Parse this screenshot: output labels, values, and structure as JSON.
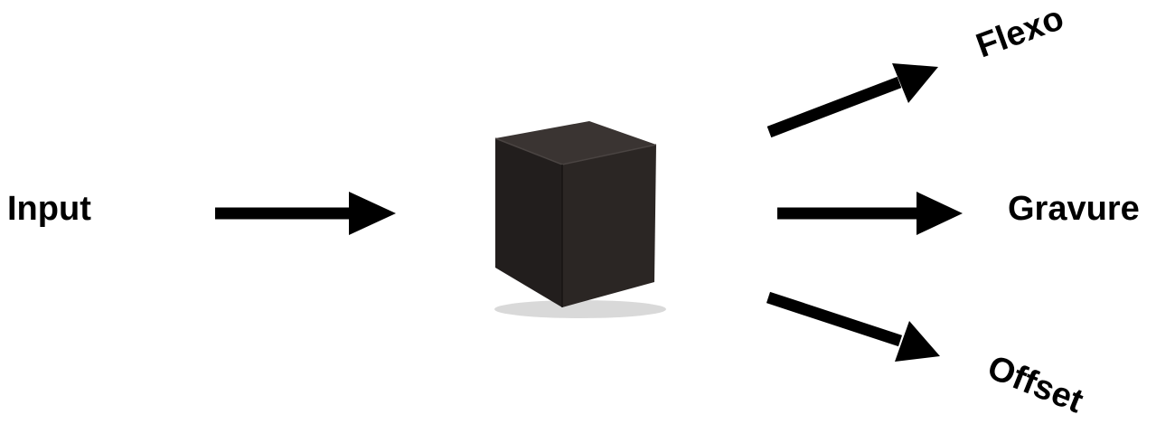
{
  "labels": {
    "input": "Input",
    "flexo": "Flexo",
    "gravure": "Gravure",
    "offset": "Offset"
  },
  "colors": {
    "arrow": "#000000",
    "cube_front": "#2a2523",
    "cube_side": "#1e1a19",
    "cube_top": "#3a3432",
    "text": "#000000"
  },
  "icons": {
    "cube": "black-box-cube-icon",
    "arrows": "right-arrow-icon"
  }
}
